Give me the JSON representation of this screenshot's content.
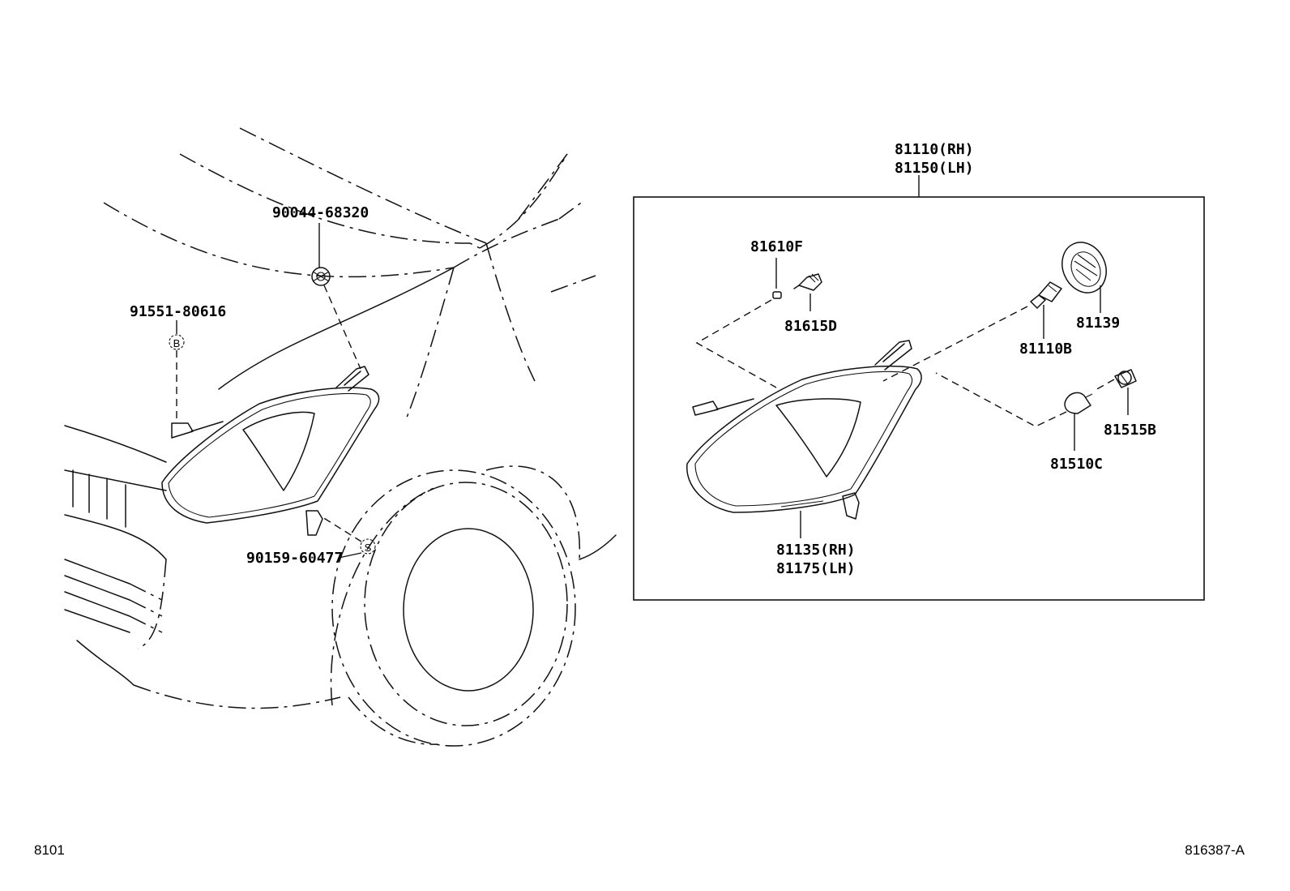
{
  "labels": {
    "nut_clip": "90044-68320",
    "screw_b": "91551-80616",
    "screw_s": "90159-60477",
    "assy_rh": "81110(RH)",
    "assy_lh": "81150(LH)",
    "bulb_wedge": "81610F",
    "socket_small": "81615D",
    "bulb_h4": "81110B",
    "cap": "81139",
    "socket_turn": "81515B",
    "bulb_turn": "81510C",
    "lens_rh": "81135(RH)",
    "lens_lh": "81175(LH)",
    "callout_b": "B",
    "callout_s": "S"
  },
  "footer": {
    "left_code": "8101",
    "right_code": "816387-A"
  }
}
